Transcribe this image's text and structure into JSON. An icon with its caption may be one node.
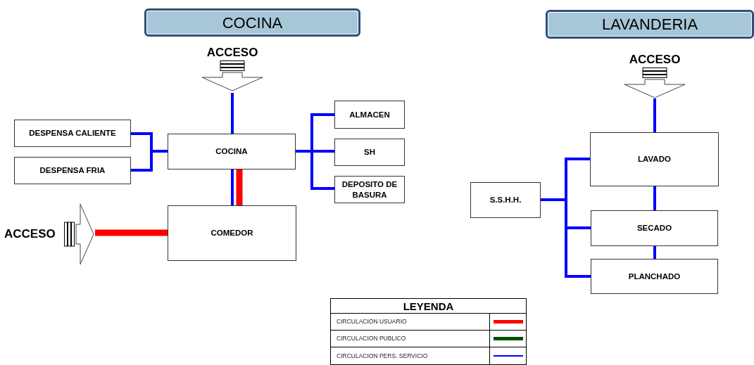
{
  "diagram": {
    "nodes": [
      {
        "text": [
          "COCINA"
        ]
      },
      {
        "text": [
          "LAVANDERIA"
        ]
      },
      {
        "text": [
          "ACCESO"
        ]
      },
      {
        "text": [
          "DESPENSA CALIENTE"
        ]
      },
      {
        "text": [
          "DESPENSA FRIA"
        ]
      },
      {
        "text": [
          "COCINA"
        ]
      },
      {
        "text": [
          "ALMACEN"
        ]
      },
      {
        "text": [
          "SH"
        ]
      },
      {
        "text": [
          "DEPOSITO DE BASURA"
        ]
      },
      {
        "text": [
          "ACCESO"
        ]
      },
      {
        "text": [
          "COMEDOR"
        ]
      },
      {
        "text": [
          "ACCESO"
        ]
      },
      {
        "text": [
          "LAVADO"
        ]
      },
      {
        "text": [
          "S.S.H.H."
        ]
      },
      {
        "text": [
          "SECADO"
        ]
      },
      {
        "text": [
          "PLANCHADO"
        ]
      }
    ],
    "edges": [
      {
        "from": 2,
        "to": 5,
        "arrow": "none"
      },
      {
        "from": 3,
        "to": 5,
        "arrow": "none"
      },
      {
        "from": 4,
        "to": 5,
        "arrow": "none"
      },
      {
        "from": 5,
        "to": 6,
        "arrow": "none"
      },
      {
        "from": 5,
        "to": 7,
        "arrow": "none"
      },
      {
        "from": 5,
        "to": 8,
        "arrow": "none"
      },
      {
        "from": 5,
        "to": 10,
        "arrow": "none"
      },
      {
        "from": 5,
        "to": 10,
        "arrow": "none",
        "style": "thick",
        "color": "#ff0000"
      },
      {
        "from": 9,
        "to": 10,
        "arrow": "none",
        "style": "thick",
        "color": "#ff0000"
      },
      {
        "from": 11,
        "to": 12,
        "arrow": "none"
      },
      {
        "from": 13,
        "to": 12,
        "arrow": "none"
      },
      {
        "from": 13,
        "to": 14,
        "arrow": "none"
      },
      {
        "from": 13,
        "to": 15,
        "arrow": "none"
      },
      {
        "from": 12,
        "to": 14,
        "arrow": "none"
      },
      {
        "from": 14,
        "to": 15,
        "arrow": "none"
      }
    ],
    "labels": [
      "LEYENDA"
    ],
    "legend": [
      {
        "text": "CIRCULACION USUARIO",
        "color": "#ff0000"
      },
      {
        "text": "CIRCULACION PUBLICO",
        "color": "#005000"
      },
      {
        "text": "CIRCULACION PERS. SERVICIO",
        "color": "#0000ff"
      }
    ]
  }
}
